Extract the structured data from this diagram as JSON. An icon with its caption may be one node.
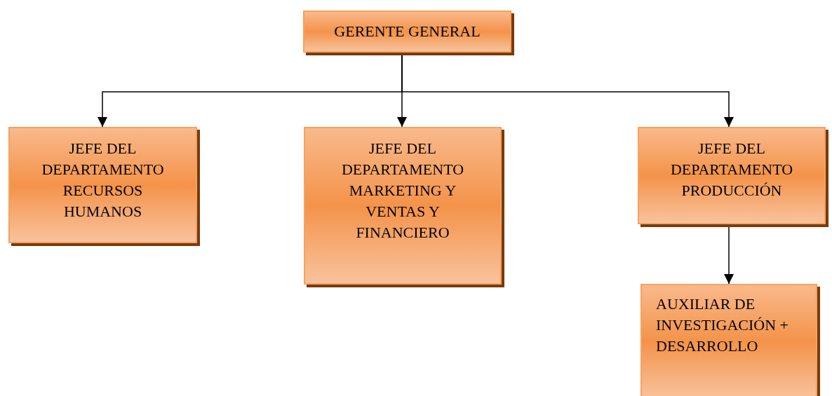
{
  "diagram": {
    "nodes": [
      {
        "text": [
          "GERENTE GENERAL"
        ]
      },
      {
        "text": [
          "JEFE DEL DEPARTAMENTO RECURSOS HUMANOS"
        ]
      },
      {
        "text": [
          "JEFE DEL DEPARTAMENTO MARKETING Y VENTAS Y FINANCIERO"
        ]
      },
      {
        "text": [
          "JEFE DEL DEPARTAMENTO PRODUCCIÓN"
        ]
      },
      {
        "text": [
          "AUXILIAR DE INVESTIGACIÓN + DESARROLLO"
        ]
      }
    ],
    "edges": [
      {
        "from": 0,
        "to": 1,
        "arrow": "to"
      },
      {
        "from": 0,
        "to": 2,
        "arrow": "to"
      },
      {
        "from": 0,
        "to": 3,
        "arrow": "to"
      },
      {
        "from": 3,
        "to": 4,
        "arrow": "to"
      }
    ]
  }
}
